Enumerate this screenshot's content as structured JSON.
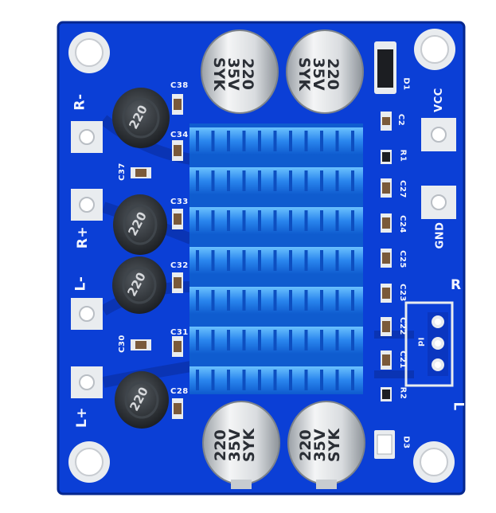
{
  "board": {
    "colors": {
      "pcb": "#0b3fd6",
      "pcb_dark": "#052a9e",
      "heatsink": "#1e7ae6",
      "heatsink_light": "#5fb4ff",
      "pad": "#e9ecef",
      "silk": "#f4f6ff"
    },
    "terminals_left": [
      "R-",
      "R+",
      "L-",
      "L+"
    ],
    "terminals_right": [
      "VCC",
      "GND"
    ],
    "channel_marks": {
      "right": "R",
      "left": "L"
    },
    "pot_label": "Id",
    "capacitor_labels": [
      "C38",
      "C34",
      "C37",
      "C33",
      "C32",
      "C30",
      "C31",
      "C28",
      "C2",
      "R1",
      "C27",
      "C24",
      "C25",
      "C23",
      "C22",
      "C21",
      "R2",
      "D1",
      "D3"
    ],
    "electrolytic_caps": [
      {
        "value": "220",
        "voltage": "35V",
        "brand": "SYK"
      },
      {
        "value": "220",
        "voltage": "35V",
        "brand": "SYK"
      },
      {
        "value": "220",
        "voltage": "35V",
        "brand": "SYK"
      },
      {
        "value": "220",
        "voltage": "35V",
        "brand": "SYK"
      }
    ],
    "inductors": [
      "220",
      "220",
      "220",
      "220"
    ]
  }
}
